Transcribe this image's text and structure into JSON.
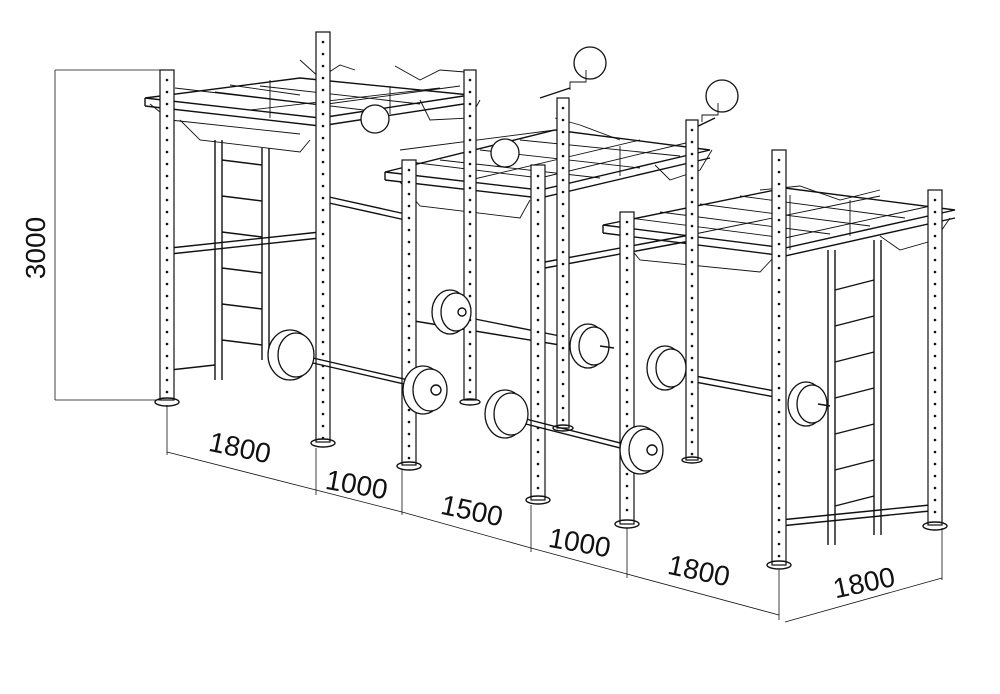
{
  "dimensions": {
    "height": "3000",
    "width_1": "1800",
    "width_2": "1000",
    "width_3": "1500",
    "width_4": "1000",
    "width_5": "1800",
    "depth": "1800"
  }
}
